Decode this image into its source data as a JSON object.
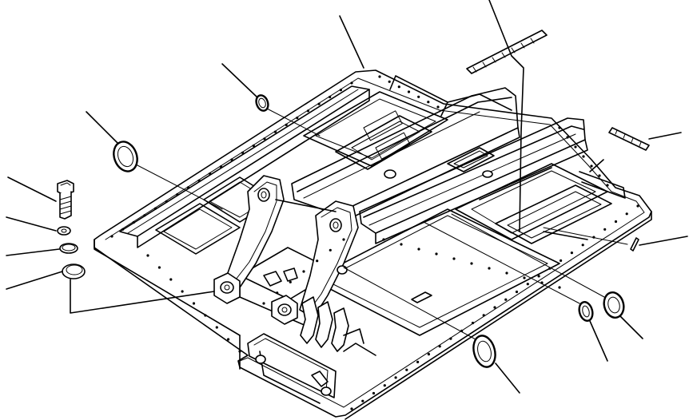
{
  "diagram": {
    "kind": "exploded-parts-drawing",
    "subject": "frame-assembly",
    "callouts": [
      {
        "id": "leader-top-center"
      },
      {
        "id": "leader-top-right-shaft"
      },
      {
        "id": "leader-seal-ring-upper"
      },
      {
        "id": "leader-seal-ring-left"
      },
      {
        "id": "leader-bolt"
      },
      {
        "id": "leader-washer"
      },
      {
        "id": "leader-plate-small"
      },
      {
        "id": "leader-plate-large"
      },
      {
        "id": "leader-right-bracket"
      },
      {
        "id": "leader-pin-right"
      },
      {
        "id": "leader-ring-right-a"
      },
      {
        "id": "leader-ring-right-b"
      },
      {
        "id": "leader-ring-bottom"
      }
    ]
  }
}
